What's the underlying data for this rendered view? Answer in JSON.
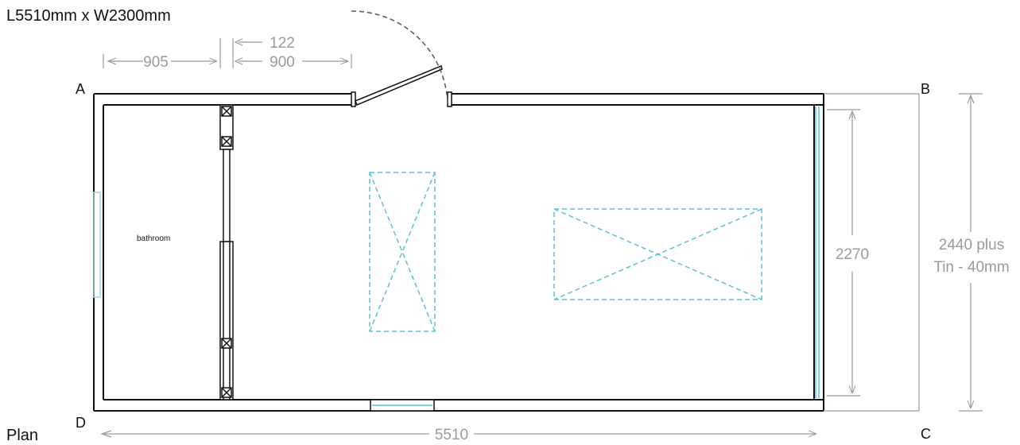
{
  "title": "L5510mm x W2300mm",
  "plan_label": "Plan",
  "corners": {
    "a": "A",
    "b": "B",
    "c": "C",
    "d": "D"
  },
  "room_label": "bathroom",
  "dimensions": {
    "top_left": "905",
    "top_gap": "122",
    "top_right": "900",
    "bottom_length": "5510",
    "inner_height": "2270",
    "outer_height_line1": "2440 plus",
    "outer_height_line2": "Tin - 40mm"
  },
  "colors": {
    "wall": "#111111",
    "dimension": "#9a9a9a",
    "glazing": "#5bc0d8",
    "skylight": "#5bc0d8"
  }
}
